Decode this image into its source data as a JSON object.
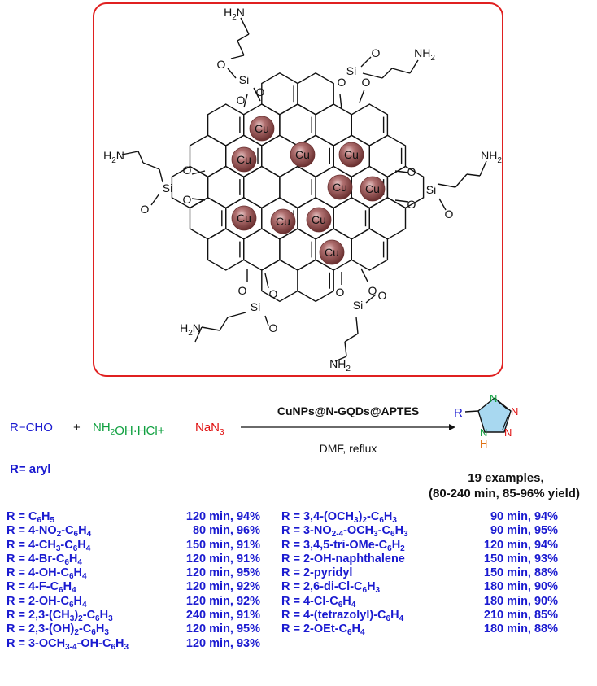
{
  "catalyst": {
    "cu_label": "Cu",
    "groups": {
      "amine": "H2N",
      "amine_right": "NH2",
      "methoxy": "O",
      "silicon": "Si",
      "oxygen": "O"
    }
  },
  "reaction": {
    "reactant1": "R−CHO",
    "plus": "+",
    "reactant2": "NH2OH·HCl+",
    "reactant3": "NaN3",
    "catalyst_label": "CuNPs@N-GQDs@APTES",
    "conditions": "DMF, reflux",
    "r_def": "R= aryl",
    "product_r": "R",
    "product_n": "N",
    "product_nh_n": "N",
    "product_nh_h": "H",
    "examples_line1": "19 examples,",
    "examples_line2": "(80-240 min, 85-96% yield)"
  },
  "colors": {
    "blue": "#1a1ad0",
    "green": "#10a040",
    "red": "#e01010",
    "box_border": "#e02020",
    "cu_sphere": "#8a4a4a",
    "tetrazole_fill": "#a8d8f0"
  },
  "table_left": [
    {
      "r": "R = C<sub>6</sub>H<sub>5</sub>",
      "y": "120 min, 94%"
    },
    {
      "r": "R = 4-NO<sub>2</sub>-C<sub>6</sub>H<sub>4</sub>",
      "y": "80 min, 96%"
    },
    {
      "r": "R = 4-CH<sub>3</sub>-C<sub>6</sub>H<sub>4</sub>",
      "y": "150 min, 91%"
    },
    {
      "r": "R = 4-Br-C<sub>6</sub>H<sub>4</sub>",
      "y": "120 min, 91%"
    },
    {
      "r": "R = 4-OH-C<sub>6</sub>H<sub>4</sub>",
      "y": "120 min, 95%"
    },
    {
      "r": "R = 4-F-C<sub>6</sub>H<sub>4</sub>",
      "y": "120 min, 92%"
    },
    {
      "r": "R = 2-OH-C<sub>6</sub>H<sub>4</sub>",
      "y": "120 min, 92%"
    },
    {
      "r": "R = 2,3-(CH<sub>3</sub>)<sub>2</sub>-C<sub>6</sub>H<sub>3</sub>",
      "y": "240 min, 91%"
    },
    {
      "r": "R = 2,3-(OH)<sub>2</sub>-C<sub>6</sub>H<sub>3</sub>",
      "y": "120 min, 95%"
    },
    {
      "r": "R = 3-OCH<sub>3-4</sub>-OH-C<sub>6</sub>H<sub>3</sub>",
      "y": "120 min, 93%"
    }
  ],
  "table_right": [
    {
      "r": "R = 3,4-(OCH<sub>3</sub>)<sub>2</sub>-C<sub>6</sub>H<sub>3</sub>",
      "y": "90 min, 94%"
    },
    {
      "r": "R = 3-NO<sub>2-4</sub>-OCH<sub>3</sub>-C<sub>6</sub>H<sub>3</sub>",
      "y": "90 min, 95%"
    },
    {
      "r": "R = 3,4,5-tri-OMe-C<sub>6</sub>H<sub>2</sub>",
      "y": "120 min, 94%"
    },
    {
      "r": "R = 2-OH-naphthalene",
      "y": "150 min, 93%"
    },
    {
      "r": "R = 2-pyridyl",
      "y": "150 min, 88%"
    },
    {
      "r": "R = 2,6-di-Cl-C<sub>6</sub>H<sub>3</sub>",
      "y": "180 min, 90%"
    },
    {
      "r": "R = 4-Cl-C<sub>6</sub>H<sub>4</sub>",
      "y": "180 min, 90%"
    },
    {
      "r": "R = 4-(tetrazolyl)-C<sub>6</sub>H<sub>4</sub>",
      "y": "210 min, 85%"
    },
    {
      "r": "R = 2-OEt-C<sub>6</sub>H<sub>4</sub>",
      "y": "180 min, 88%"
    }
  ]
}
